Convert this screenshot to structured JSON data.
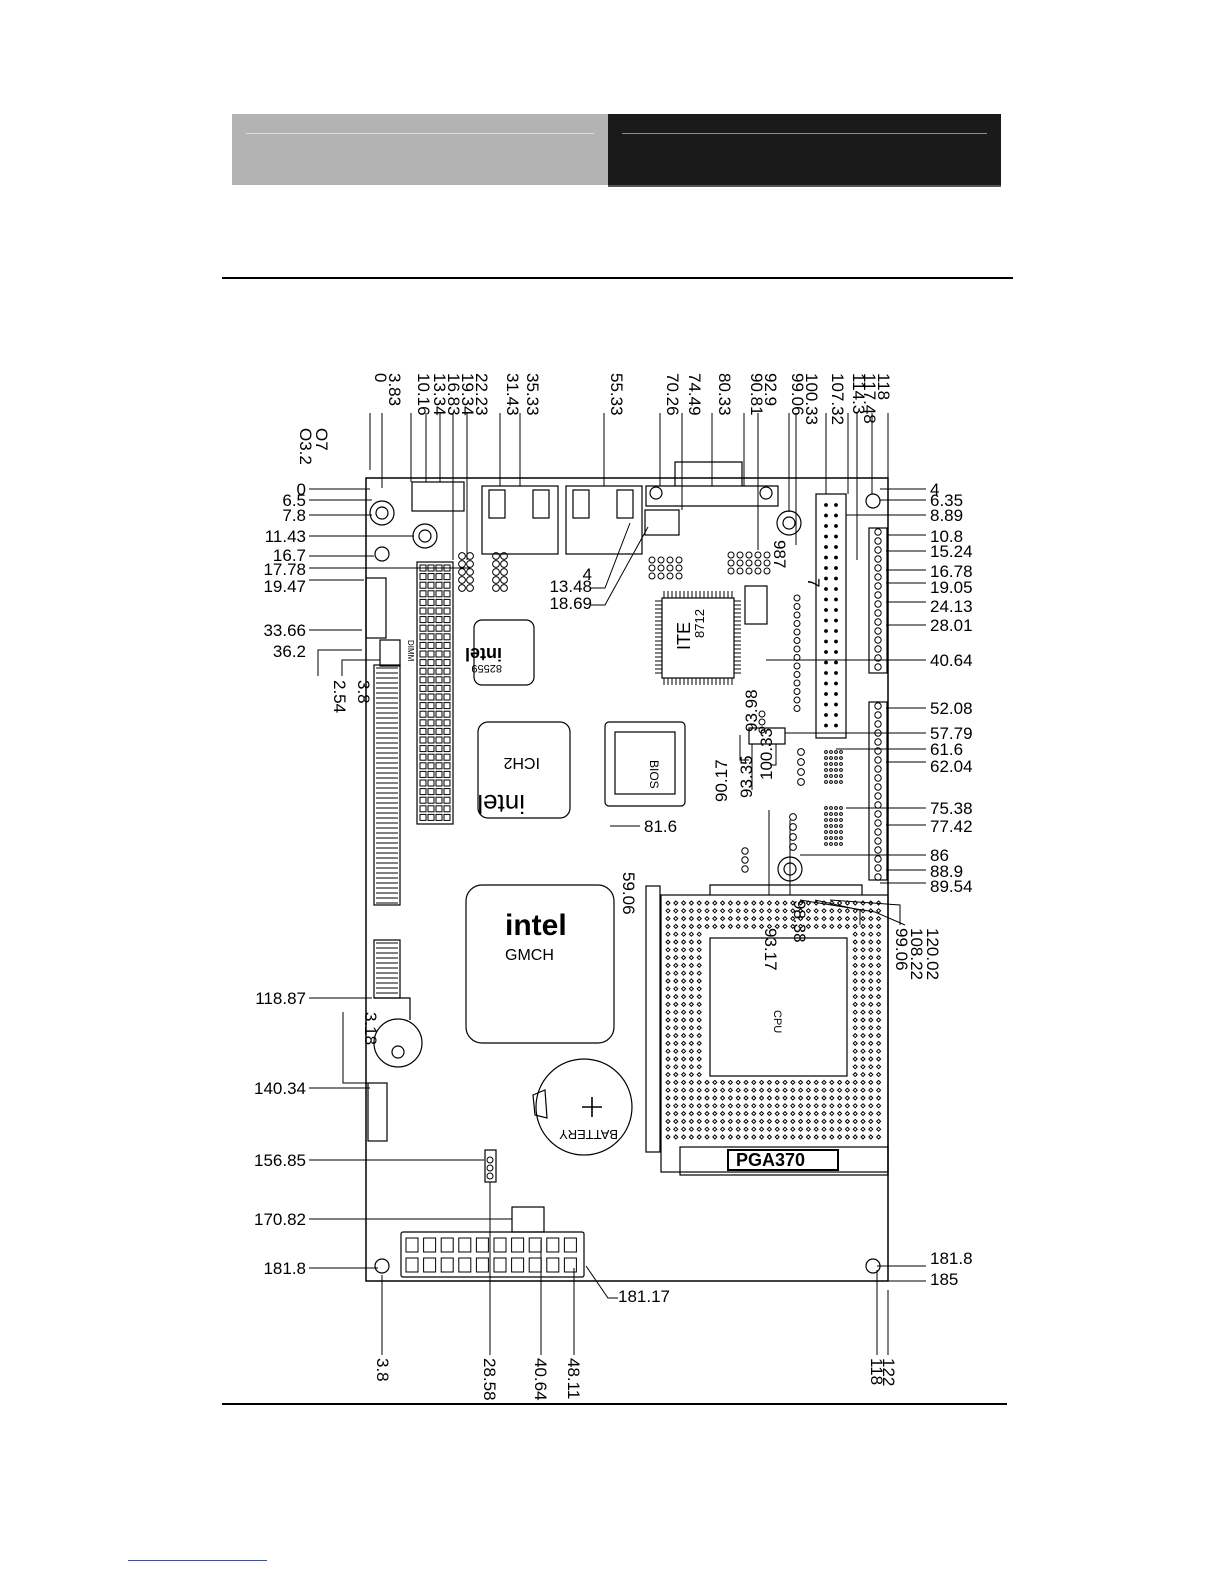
{
  "labels": {
    "top": [
      "0",
      "3.83",
      "10.16",
      "13.34",
      "16.83",
      "19.34",
      "22.23",
      "35.33",
      "31.43",
      "55.33",
      "70.26",
      "74.49",
      "80.33",
      "90.81",
      "92.9",
      "99.06",
      "100.33",
      "107.32",
      "114.3",
      "117.48",
      "118"
    ],
    "left": [
      "O3.2",
      "O7",
      "0",
      "6.5",
      "7.8",
      "11.43",
      "16.7",
      "17.78",
      "19.47",
      "33.66",
      "36.2",
      "2.54",
      "3.8",
      "118.87",
      "3.18",
      "140.34",
      "156.85",
      "170.82",
      "181.8"
    ],
    "right": [
      "4",
      "6.35",
      "8.89",
      "10.8",
      "15.24",
      "16.78",
      "19.05",
      "24.13",
      "28.01",
      "40.64",
      "52.08",
      "57.79",
      "61.6",
      "62.04",
      "75.38",
      "77.42",
      "86",
      "88.9",
      "89.54",
      "181.8",
      "185"
    ],
    "center": [
      "13.48",
      "4",
      "18.69",
      "93.98",
      "90.17",
      "93.35",
      "100.33",
      "81.6",
      "59.06",
      "98.38",
      "93.17",
      "99.06",
      "108.22",
      "120.02",
      "181.17"
    ],
    "bottom": [
      "3.8",
      "28.58",
      "40.64",
      "48.11",
      "118",
      "122"
    ],
    "misc": [
      "987",
      "7"
    ]
  },
  "chips": {
    "nic_brand": "intel",
    "nic_part": "82559",
    "ich_brand": "intel",
    "ich_part": "ICH2",
    "gmch_brand": "intel",
    "gmch_part": "GMCH",
    "bios": "BIOS",
    "ite": "ITE",
    "ite_part": "8712",
    "cpu": "CPU",
    "battery": "BATTERY",
    "socket": "PGA370",
    "dimm_mark": "DIMM"
  }
}
